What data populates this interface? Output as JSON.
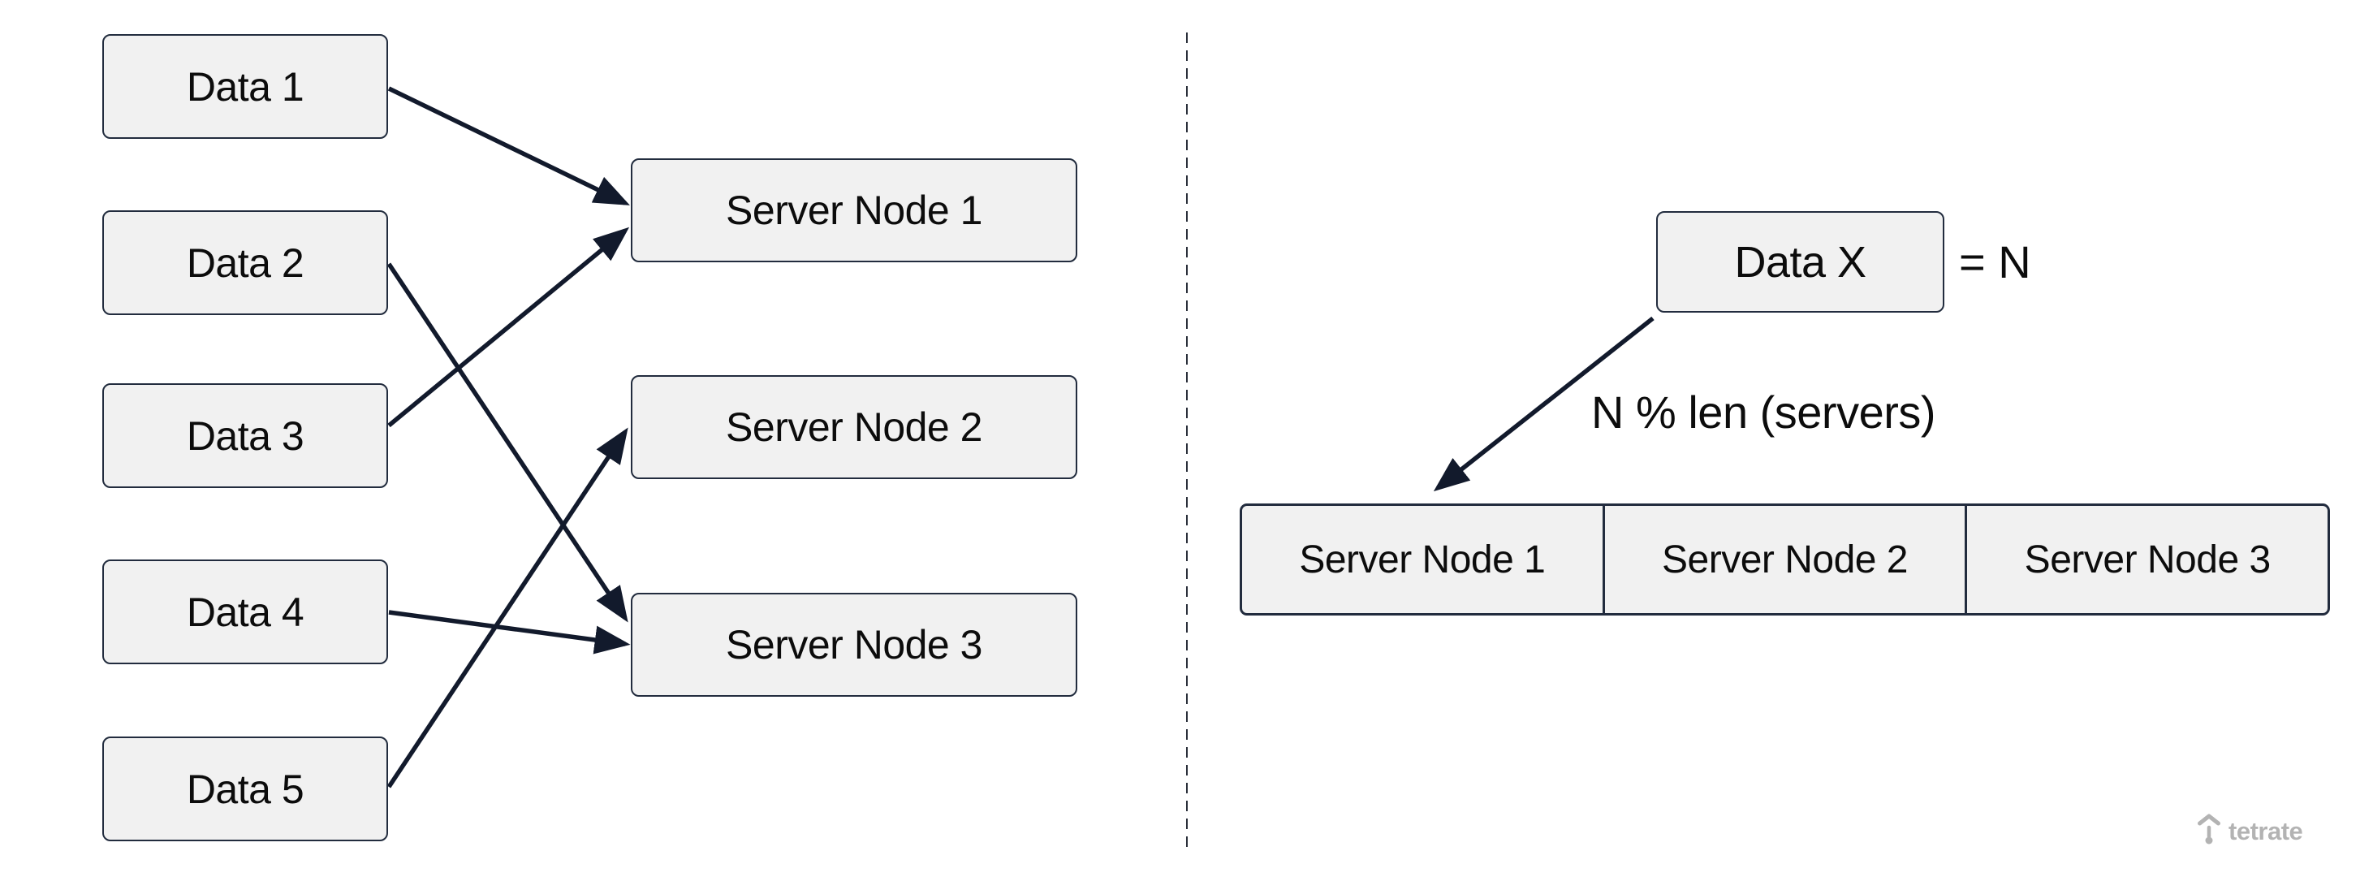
{
  "left_panel": {
    "data_nodes": [
      {
        "label": "Data 1"
      },
      {
        "label": "Data 2"
      },
      {
        "label": "Data 3"
      },
      {
        "label": "Data 4"
      },
      {
        "label": "Data 5"
      }
    ],
    "server_nodes": [
      {
        "label": "Server Node 1"
      },
      {
        "label": "Server Node 2"
      },
      {
        "label": "Server Node 3"
      }
    ],
    "edges": [
      {
        "from": "Data 1",
        "to": "Server Node 1"
      },
      {
        "from": "Data 2",
        "to": "Server Node 3"
      },
      {
        "from": "Data 3",
        "to": "Server Node 1"
      },
      {
        "from": "Data 4",
        "to": "Server Node 3"
      },
      {
        "from": "Data 5",
        "to": "Server Node 2"
      }
    ]
  },
  "right_panel": {
    "data_node": {
      "label": "Data X"
    },
    "equation_label": "= N",
    "edge": {
      "from": "Data X",
      "to": "Server Node 1",
      "label": "N % len (servers)"
    },
    "server_cells": [
      {
        "label": "Server Node 1"
      },
      {
        "label": "Server Node 2"
      },
      {
        "label": "Server Node 3"
      }
    ]
  },
  "branding": {
    "logo_text": "tetrate"
  },
  "colors": {
    "background": "#ffffff",
    "node_fill": "#f1f1f1",
    "node_border": "#222c3e",
    "arrow": "#121a2c",
    "text": "#0c0c0c",
    "divider": "#2b303b",
    "logo_gray": "#b3b3b3"
  }
}
